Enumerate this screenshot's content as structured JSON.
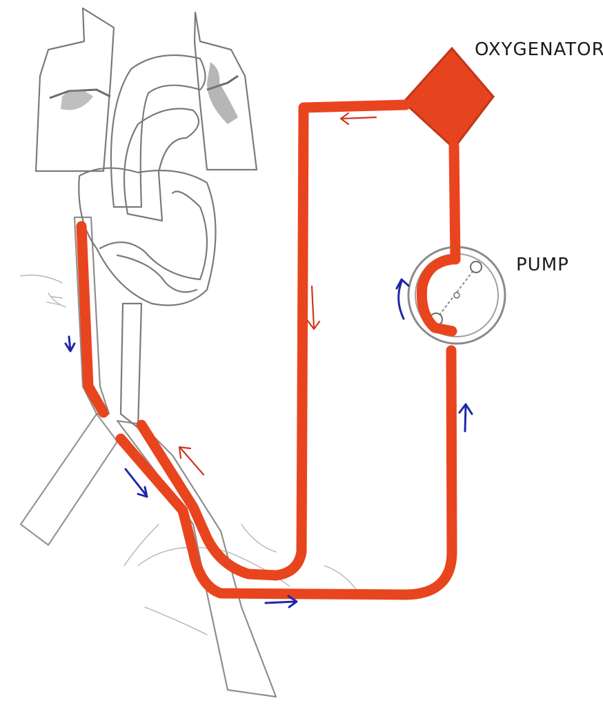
{
  "diagram": {
    "labels": {
      "oxygenator": "OXYGENATOR",
      "pump": "PUMP"
    },
    "colors": {
      "cannula_tube": "#e8451f",
      "oxygenated_arrow": "#d2331c",
      "venous_arrow": "#1f27a8",
      "anatomy_outline": "#7a7a7a"
    },
    "components": [
      "heart",
      "lungs",
      "aorta",
      "vena-cava",
      "femoral-vessels",
      "oxygenator",
      "pump",
      "venous-cannula",
      "arterial-cannula"
    ]
  }
}
